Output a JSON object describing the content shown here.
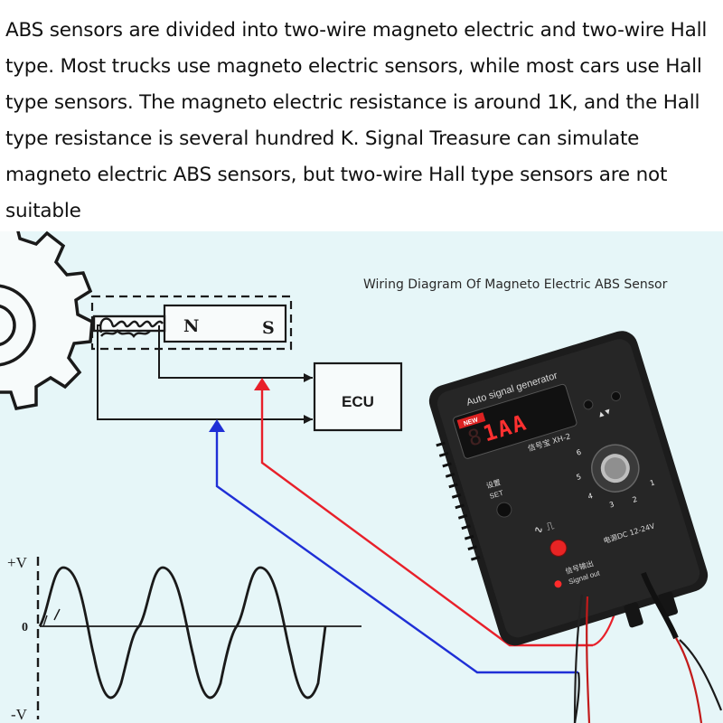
{
  "intro_text": "ABS sensors are divided into two-wire magneto electric and two-wire Hall type. Most trucks use magneto electric sensors, while most cars use Hall type sensors. The magneto electric resistance is around 1K, and the Hall type resistance is several hundred K. Signal Treasure can simulate magneto electric ABS sensors, but two-wire Hall type sensors are not suitable",
  "diagram": {
    "caption": "Wiring Diagram Of Magneto Electric ABS Sensor",
    "magnet_n": "N",
    "magnet_s": "S",
    "ecu_label": "ECU",
    "waveform": {
      "pos_label": "+V",
      "zero_label": "0",
      "neg_label": "-V"
    }
  },
  "device": {
    "title": "Auto signal generator",
    "new_badge": "NEW",
    "display_value": "1AA",
    "model": "信号宝 XH-2",
    "set_label_cn": "设置",
    "set_label": "SET",
    "out_label_cn": "信号输出",
    "out_label": "Signal out",
    "power_label": "电源DC 12-24V",
    "dial_marks": [
      "1",
      "2",
      "3",
      "4",
      "5",
      "6"
    ]
  },
  "colors": {
    "wire_red": "#e8202a",
    "wire_blue": "#1f2fd6",
    "background": "#e6f6f8",
    "device_body": "#1c1c1c",
    "display_red": "#ff3030"
  }
}
